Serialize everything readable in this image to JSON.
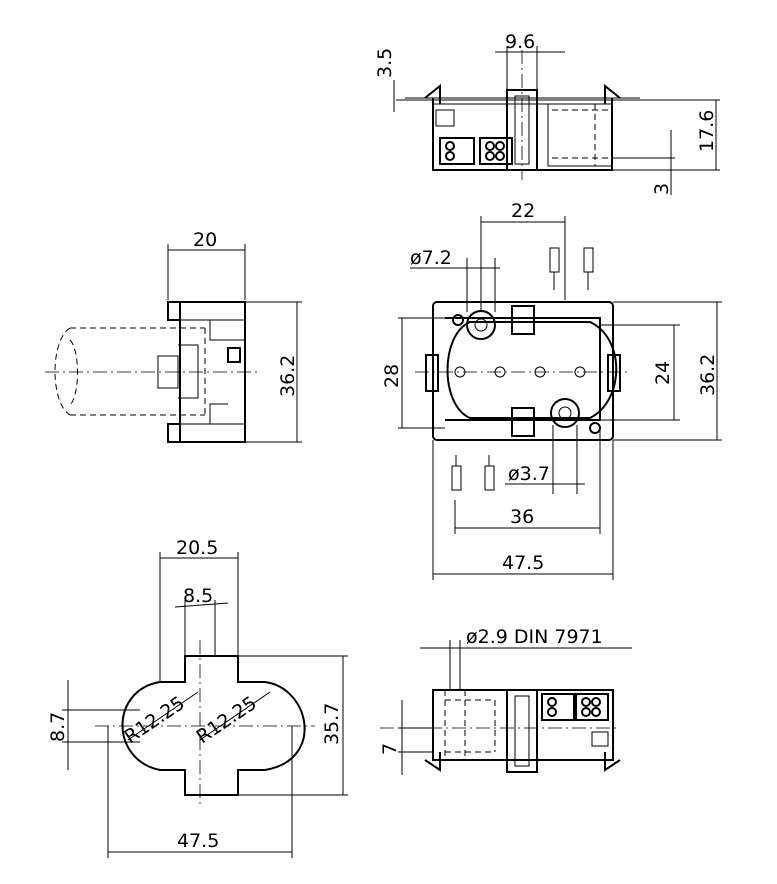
{
  "drawing": {
    "top_view": {
      "dim_width": "9.6",
      "dim_flange": "3.5",
      "dim_height": "17.6",
      "dim_bottom": "3"
    },
    "side_view": {
      "dim_depth": "20",
      "dim_height": "36.2"
    },
    "front_view": {
      "dim_hole_spacing_top": "22",
      "dim_hole_dia_large": "ø7.2",
      "dim_hole_dia_small": "ø3.7",
      "dim_inner_height": "28",
      "dim_slot_height": "24",
      "dim_outer_height": "36.2",
      "dim_inner_width": "36",
      "dim_outer_width": "47.5"
    },
    "cutout_view": {
      "dim_top_width": "20.5",
      "dim_slot_width": "8.5",
      "dim_radius_left": "R12.25",
      "dim_radius_right": "R12.25",
      "dim_side_notch": "8.7",
      "dim_height": "35.7",
      "dim_width": "47.5"
    },
    "bottom_view": {
      "dim_screw": "ø2.9  DIN  7971",
      "dim_offset": "7"
    }
  }
}
